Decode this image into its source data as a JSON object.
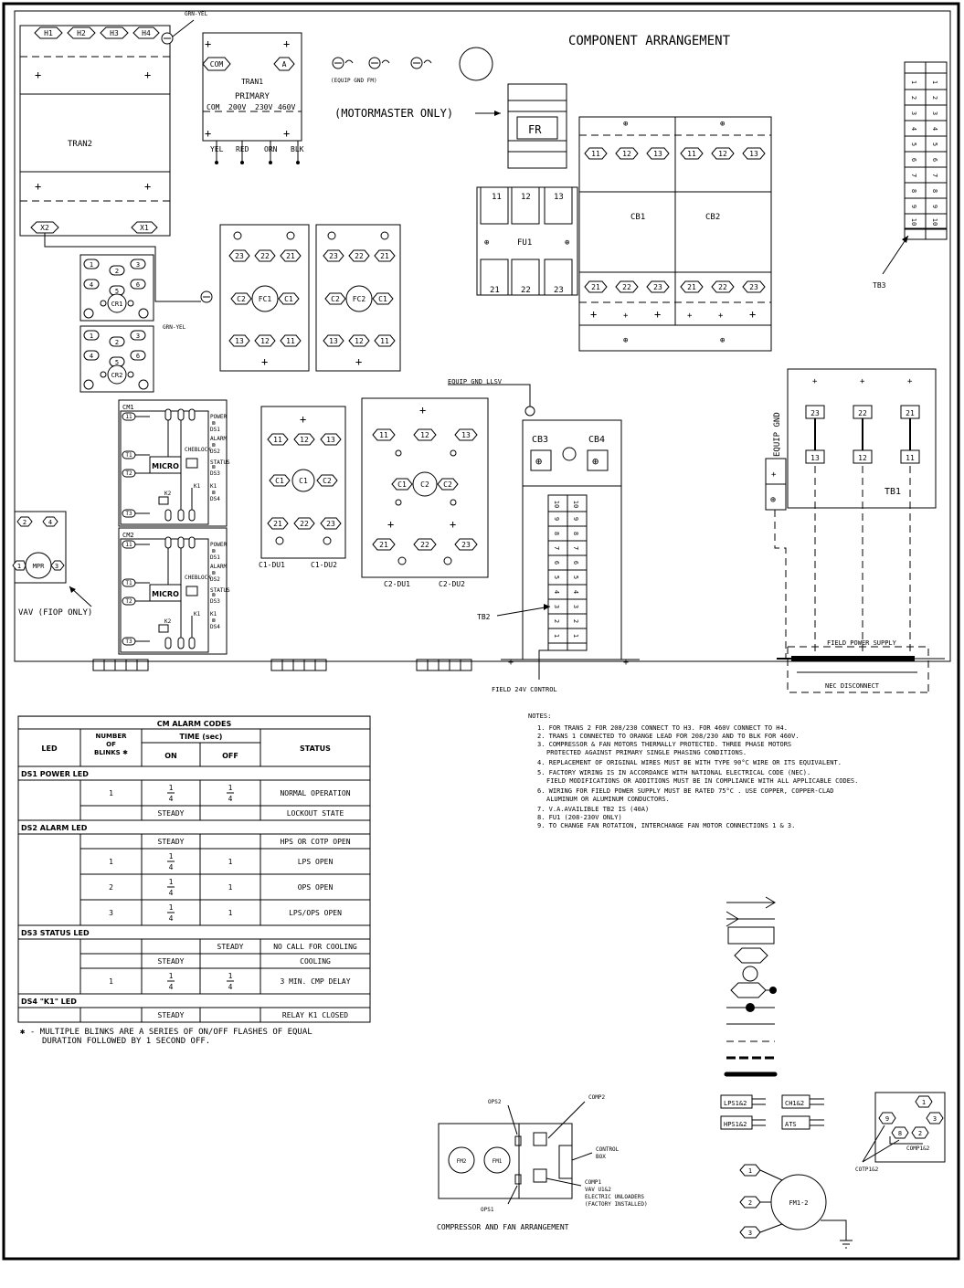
{
  "title": "COMPONENT ARRANGEMENT",
  "transformer2": {
    "name": "TRAN2",
    "taps": [
      "H1",
      "H2",
      "H3",
      "H4"
    ],
    "secondary": [
      "X2",
      "X1"
    ],
    "ground_label": "GRN-YEL"
  },
  "transformer1": {
    "name": "TRAN1",
    "primary_label": "PRIMARY",
    "terminals": [
      "COM",
      "A"
    ],
    "taps": [
      "COM",
      "200V",
      "230V",
      "460V"
    ],
    "leads": [
      "YEL",
      "RED",
      "ORN",
      "BLK"
    ]
  },
  "equip_gnd_fm": "(EQUIP GND FM)",
  "motormaster_label": "(MOTORMASTER ONLY)",
  "fr_label": "FR",
  "fu1": {
    "name": "FU1",
    "top": [
      "11",
      "12",
      "13"
    ],
    "bottom": [
      "21",
      "22",
      "23"
    ]
  },
  "cb1": {
    "name": "CB1",
    "top": [
      "11",
      "12",
      "13"
    ],
    "bottom": [
      "21",
      "22",
      "23"
    ]
  },
  "cb2": {
    "name": "CB2",
    "top": [
      "11",
      "12",
      "13"
    ],
    "bottom": [
      "21",
      "22",
      "23"
    ]
  },
  "tb3": {
    "name": "TB3",
    "numbers": [
      "1",
      "2",
      "3",
      "4",
      "5",
      "6",
      "7",
      "8",
      "9",
      "10"
    ]
  },
  "cr1": {
    "name": "CR1",
    "pins": [
      "1",
      "2",
      "3",
      "4",
      "5",
      "6"
    ]
  },
  "cr2": {
    "name": "CR2",
    "pins": [
      "1",
      "2",
      "3",
      "4",
      "5",
      "6"
    ]
  },
  "grn_yel_2": "GRN-YEL",
  "fc1": {
    "name": "FC1",
    "top": [
      "23",
      "22",
      "21"
    ],
    "mid": [
      "C2",
      "C1"
    ],
    "bottom": [
      "13",
      "12",
      "11"
    ]
  },
  "fc2": {
    "name": "FC2",
    "top": [
      "23",
      "22",
      "21"
    ],
    "mid": [
      "C2",
      "C1"
    ],
    "bottom": [
      "13",
      "12",
      "11"
    ]
  },
  "equip_gnd_llsv": "EQUIP GND LLSV",
  "cb3": "CB3",
  "cb4": "CB4",
  "equip_gnd": "EQUIP GND",
  "tb1": {
    "name": "TB1",
    "top": [
      "23",
      "22",
      "21"
    ],
    "bottom": [
      "13",
      "12",
      "11"
    ]
  },
  "cm1": {
    "name": "CM1",
    "micro": "MICRO",
    "labels": [
      "POWER",
      "DS1",
      "ALARM",
      "DS2",
      "STATUS",
      "DS3",
      "K1",
      "DS4"
    ],
    "switch": "CHEBLOCK SWITCH",
    "pins_left": [
      "11",
      "T1",
      "T2",
      "T3"
    ],
    "k": [
      "K2",
      "K1"
    ]
  },
  "cm2": {
    "name": "CM2",
    "micro": "MICRO",
    "labels": [
      "POWER",
      "DS1",
      "ALARM",
      "DS2",
      "STATUS",
      "DS3",
      "K1",
      "DS4"
    ],
    "switch": "CHEBLOCK SWITCH",
    "pins_left": [
      "11",
      "T1",
      "T2",
      "T3"
    ],
    "k": [
      "K2",
      "K1"
    ]
  },
  "c1du": {
    "top": [
      "11",
      "12",
      "13"
    ],
    "mid": [
      "C1",
      "C1",
      "C2"
    ],
    "bottom": [
      "21",
      "22",
      "23"
    ],
    "labels": [
      "C1-DU1",
      "C1-DU2"
    ]
  },
  "c2du": {
    "top": [
      "11",
      "12",
      "13"
    ],
    "mid": [
      "C1",
      "C2",
      "C2"
    ],
    "bottom": [
      "21",
      "22",
      "23"
    ],
    "labels": [
      "C2-DU1",
      "C2-DU2"
    ]
  },
  "mpr": {
    "name": "MPR",
    "pins": [
      "2",
      "4",
      "1",
      "3"
    ],
    "label": "VAV (FIOP ONLY)"
  },
  "tb2": {
    "name": "TB2",
    "numbers": [
      "1",
      "2",
      "3",
      "4",
      "5",
      "6",
      "7",
      "8",
      "9",
      "10"
    ]
  },
  "field_24v": "FIELD 24V CONTROL",
  "field_power": "FIELD POWER SUPPLY",
  "nec_disconnect": "NEC DISCONNECT",
  "alarm_table": {
    "title": "CM ALARM CODES",
    "headers": {
      "led": "LED",
      "blinks": [
        "NUMBER",
        "OF",
        "BLINKS ✱"
      ],
      "time": "TIME (sec)",
      "on": "ON",
      "off": "OFF",
      "status": "STATUS"
    },
    "sections": [
      {
        "label": "DS1 POWER LED",
        "rows": [
          {
            "blinks": "1",
            "on": "1/4",
            "off": "1/4",
            "status": "NORMAL OPERATION"
          },
          {
            "blinks": "",
            "on": "STEADY",
            "off": "",
            "status": "LOCKOUT STATE"
          }
        ]
      },
      {
        "label": "DS2 ALARM LED",
        "rows": [
          {
            "blinks": "",
            "on": "STEADY",
            "off": "",
            "status": "HPS OR COTP OPEN"
          },
          {
            "blinks": "1",
            "on": "1/4",
            "off": "1",
            "status": "LPS OPEN"
          },
          {
            "blinks": "2",
            "on": "1/4",
            "off": "1",
            "status": "OPS OPEN"
          },
          {
            "blinks": "3",
            "on": "1/4",
            "off": "1",
            "status": "LPS/OPS OPEN"
          }
        ]
      },
      {
        "label": "DS3 STATUS LED",
        "rows": [
          {
            "blinks": "",
            "on": "",
            "off": "STEADY",
            "status": "NO CALL FOR COOLING"
          },
          {
            "blinks": "",
            "on": "STEADY",
            "off": "",
            "status": "COOLING"
          },
          {
            "blinks": "1",
            "on": "1/4",
            "off": "1/4",
            "status": "3 MIN. CMP DELAY"
          }
        ]
      },
      {
        "label": "DS4 \"K1\" LED",
        "rows": [
          {
            "blinks": "",
            "on": "STEADY",
            "off": "",
            "status": "RELAY K1 CLOSED"
          }
        ]
      }
    ],
    "footnote": [
      "✱ - MULTIPLE BLINKS ARE A SERIES OF ON/OFF FLASHES OF EQUAL",
      "DURATION FOLLOWED BY 1 SECOND OFF."
    ]
  },
  "notes": {
    "heading": "NOTES:",
    "items": [
      "1. FOR TRANS 2 FOR 208/230 CONNECT TO H3. FOR 460V CONNECT TO H4.",
      "2. TRANS 1 CONNECTED TO ORANGE LEAD FOR 208/230 AND TO BLK FOR 460V.",
      "3. COMPRESSOR & FAN MOTORS THERMALLY PROTECTED. THREE PHASE MOTORS",
      "   PROTECTED AGAINST PRIMARY SINGLE PHASING CONDITIONS.",
      "4. REPLACEMENT OF ORIGINAL WIRES MUST BE WITH TYPE 90°C WIRE OR ITS EQUIVALENT.",
      "5. FACTORY WIRING IS IN ACCORDANCE WITH NATIONAL ELECTRICAL CODE (NEC).",
      "   FIELD MODIFICATIONS OR ADDITIONS MUST BE IN COMPLIANCE WITH ALL APPLICABLE CODES.",
      "6. WIRING FOR FIELD POWER SUPPLY MUST BE RATED 75°C . USE COPPER, COPPER-CLAD",
      "   ALUMINUM OR ALUMINUM CONDUCTORS.",
      "7. V.A.AVAILIBLE TB2 IS (40A)",
      "8. FU1 (208-230V ONLY)",
      "9. TO CHANGE FAN ROTATION, INTERCHANGE FAN MOTOR CONNECTIONS 1 & 3."
    ]
  },
  "arrangement": {
    "label": "COMPRESSOR AND FAN ARRANGEMENT",
    "fans": [
      "FM2",
      "FM1"
    ],
    "ops2": "OPS2",
    "ops1": "OPS1",
    "comp2": "COMP2",
    "control_box": [
      "CONTROL",
      "BOX"
    ],
    "comp1": [
      "COMP1",
      "VAV U1&2",
      "ELECTRIC UNLOADERS",
      "(FACTORY INSTALLED)"
    ]
  },
  "switches": [
    "LPS1&2",
    "CH1&2",
    "HPS1&2",
    "ATS"
  ],
  "comp_plug": {
    "pins": [
      "1",
      "9",
      "3",
      "8",
      "2"
    ],
    "label": "COMP1&2",
    "cotp": "COTP1&2"
  },
  "fan_motor": {
    "name": "FM1-2",
    "pins": [
      "1",
      "2",
      "3"
    ]
  }
}
